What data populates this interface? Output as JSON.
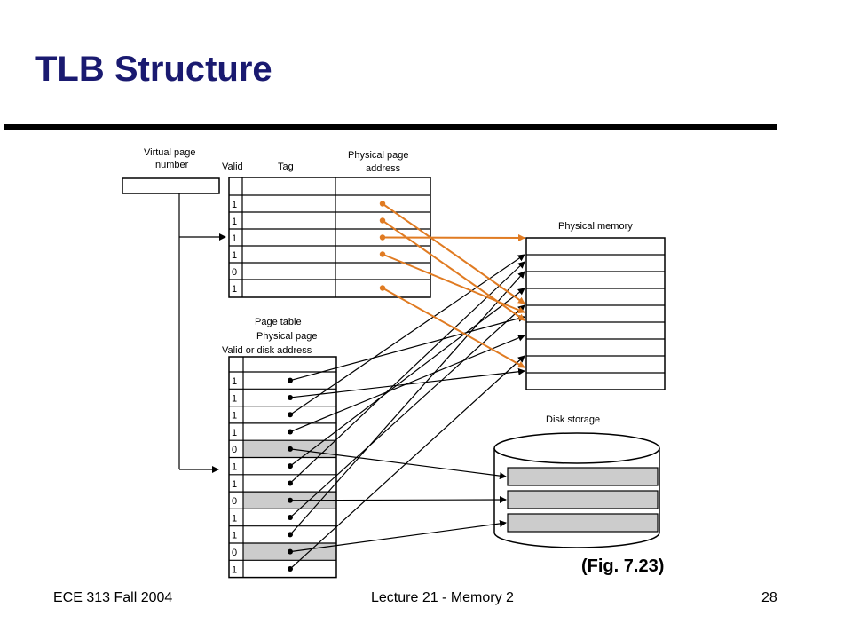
{
  "slide": {
    "title": "TLB Structure",
    "figure_ref": "(Fig. 7.23)",
    "footer_left": "ECE 313 Fall 2004",
    "footer_center": "Lecture 21 - Memory 2",
    "footer_right": "28"
  },
  "diagram": {
    "labels": {
      "virtual_page_number": [
        "Virtual page",
        "number"
      ],
      "tlb_valid": "Valid",
      "tlb_tag": "Tag",
      "tlb_physical_page_address": [
        "Physical page",
        "address"
      ],
      "physical_memory": "Physical memory",
      "page_table": "Page table",
      "page_table_physical_page": "Physical page",
      "page_table_valid_or_disk": "Valid or disk address",
      "disk_storage": "Disk storage"
    },
    "tlb_valid_bits": [
      "1",
      "1",
      "1",
      "1",
      "0",
      "1"
    ],
    "page_table_valid_bits": [
      "1",
      "1",
      "1",
      "1",
      "0",
      "1",
      "1",
      "0",
      "1",
      "1",
      "0",
      "1"
    ],
    "colors": {
      "title": "#1a1a70",
      "tlb_pointer": "#e07b22",
      "page_table_pointer": "#000000",
      "disk_row_fill": "#cccccc"
    }
  }
}
